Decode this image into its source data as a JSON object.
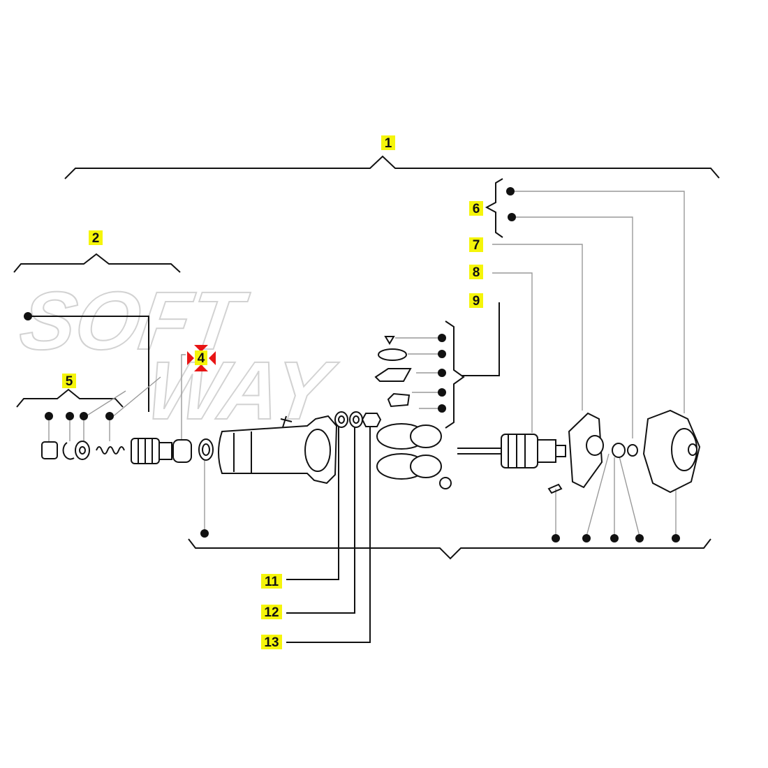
{
  "watermark": {
    "line1": "SOFT",
    "line2": "WAY"
  },
  "callouts": [
    {
      "id": "c1",
      "label": "1"
    },
    {
      "id": "c2",
      "label": "2"
    },
    {
      "id": "c4",
      "label": "4"
    },
    {
      "id": "c5",
      "label": "5"
    },
    {
      "id": "c6",
      "label": "6"
    },
    {
      "id": "c7",
      "label": "7"
    },
    {
      "id": "c8",
      "label": "8"
    },
    {
      "id": "c9",
      "label": "9"
    },
    {
      "id": "c11",
      "label": "11"
    },
    {
      "id": "c12",
      "label": "12"
    },
    {
      "id": "c13",
      "label": "13"
    }
  ],
  "colors": {
    "highlight": "#f5f50a",
    "marker": "#e81414",
    "ink": "#111111",
    "watermark": "#d2d2d2"
  },
  "icons": {
    "selected_marker": "crosshair-arrows-icon"
  }
}
